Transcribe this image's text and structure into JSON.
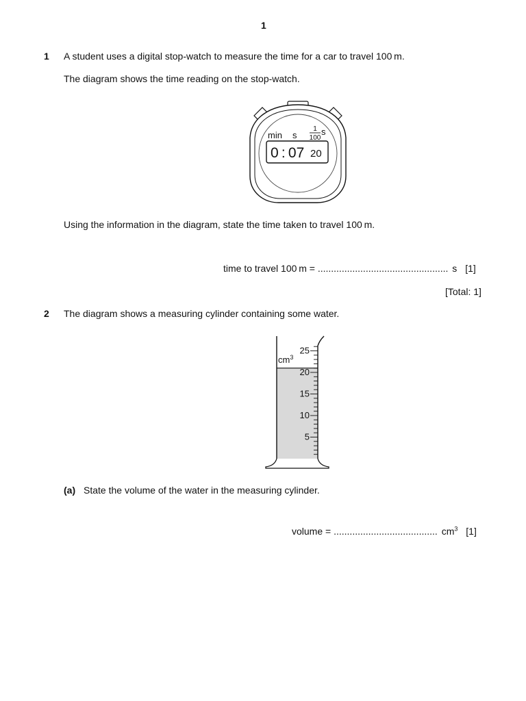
{
  "page_number": "1",
  "q1": {
    "number": "1",
    "intro": "A student uses a digital stop-watch to measure the time for a car to travel 100 m.",
    "diagram_caption": "The diagram shows the time reading on the stop-watch.",
    "stopwatch": {
      "label_min": "min",
      "label_s": "s",
      "fraction_numerator": "1",
      "fraction_denominator": "100",
      "fraction_unit": "s",
      "reading_main": "0 : 07",
      "reading_hundredths": "20"
    },
    "instruction": "Using the information in the diagram, state the time taken to travel 100 m.",
    "answer_label": "time to travel 100 m = ",
    "answer_dots": ".................................................",
    "answer_unit": "s",
    "marks": "[1]",
    "total": "[Total: 1]"
  },
  "q2": {
    "number": "2",
    "intro": "The diagram shows a measuring cylinder containing some water.",
    "cylinder": {
      "unit_label": "cm",
      "unit_power": "3",
      "scale_labels": [
        "25",
        "20",
        "15",
        "10",
        "5"
      ],
      "water_level": 21
    },
    "part_a": {
      "label": "(a)",
      "text": "State the volume of the water in the measuring cylinder.",
      "answer_label": "volume = ",
      "answer_dots": ".......................................",
      "answer_unit": "cm",
      "answer_power": "3",
      "marks": "[1]"
    }
  }
}
